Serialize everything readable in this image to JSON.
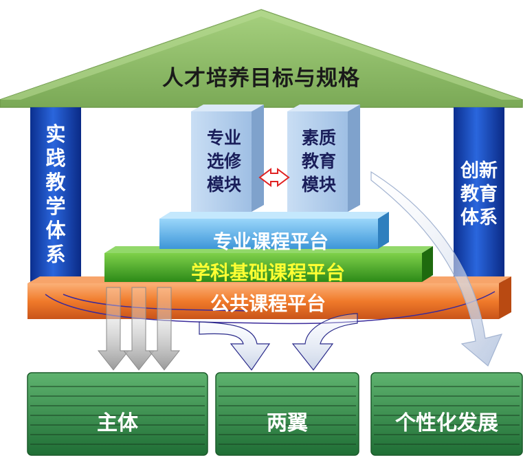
{
  "roof": {
    "title": "人才培养目标与规格"
  },
  "pillars": {
    "left": "实\n践\n教\n学\n体\n系",
    "right": "创新\n教育\n体系"
  },
  "modules": {
    "left": "专业\n选修\n模块",
    "right": "素质\n教育\n模块"
  },
  "platforms": {
    "major": "专业课程平台",
    "subject": "学科基础课程平台",
    "public": "公共课程平台"
  },
  "outcomes": {
    "main": "主体",
    "wings": "两翼",
    "personal": "个性化发展"
  },
  "colors": {
    "roof": "#8fbf6a",
    "pillar": "#1a4fc4",
    "module": "#b8d4f0",
    "major_platform": "#6bb8ec",
    "subject_platform": "#4caa2a",
    "public_platform": "#f07a2a",
    "outcome_box": "#2e8a44"
  }
}
